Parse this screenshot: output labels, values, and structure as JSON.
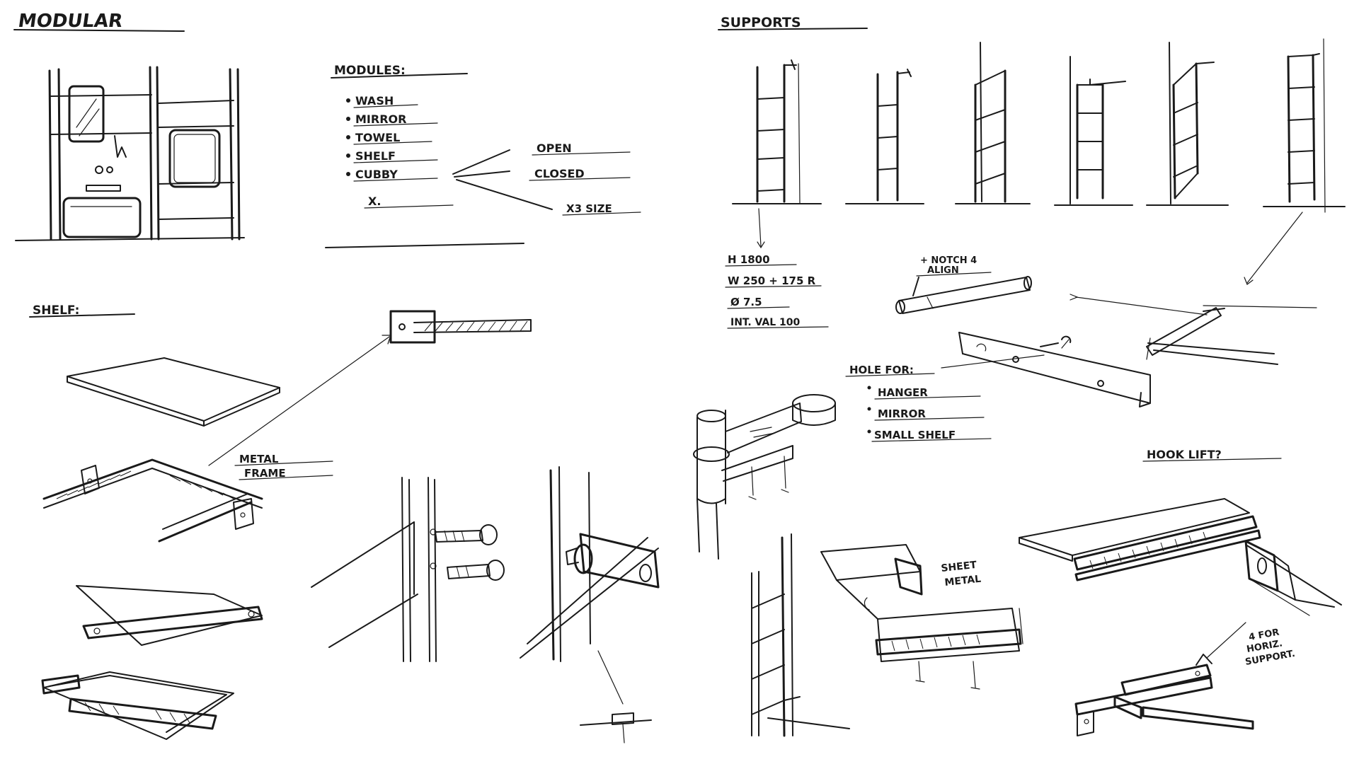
{
  "titles": {
    "modular": "MODULAR",
    "supports": "SUPPORTS",
    "shelf": "SHELF:",
    "modules_heading": "MODULES:",
    "hook_lift": "HOOK LIFT?"
  },
  "modules": {
    "items": [
      "WASH",
      "MIRROR",
      "TOWEL",
      "SHELF",
      "CUBBY",
      "X."
    ],
    "cubby_options": [
      "OPEN",
      "CLOSED",
      "X3 SIZE"
    ]
  },
  "dimensions": {
    "lines": [
      "H 1800",
      "W 250 + 175 R",
      "Ø 7.5",
      "INT. VAL 100"
    ]
  },
  "notes": {
    "notch_line1": "+ NOTCH 4",
    "notch_line2": "ALIGN",
    "metal_line1": "METAL",
    "metal_line2": "FRAME",
    "hole_heading": "HOLE FOR:",
    "hole_items": [
      "HANGER",
      "MIRROR",
      "SMALL SHELF"
    ],
    "sheet_line1": "SHEET",
    "sheet_line2": "METAL",
    "horiz_line1": "4 FOR",
    "horiz_line2": "HORIZ.",
    "horiz_line3": "SUPPORT."
  }
}
